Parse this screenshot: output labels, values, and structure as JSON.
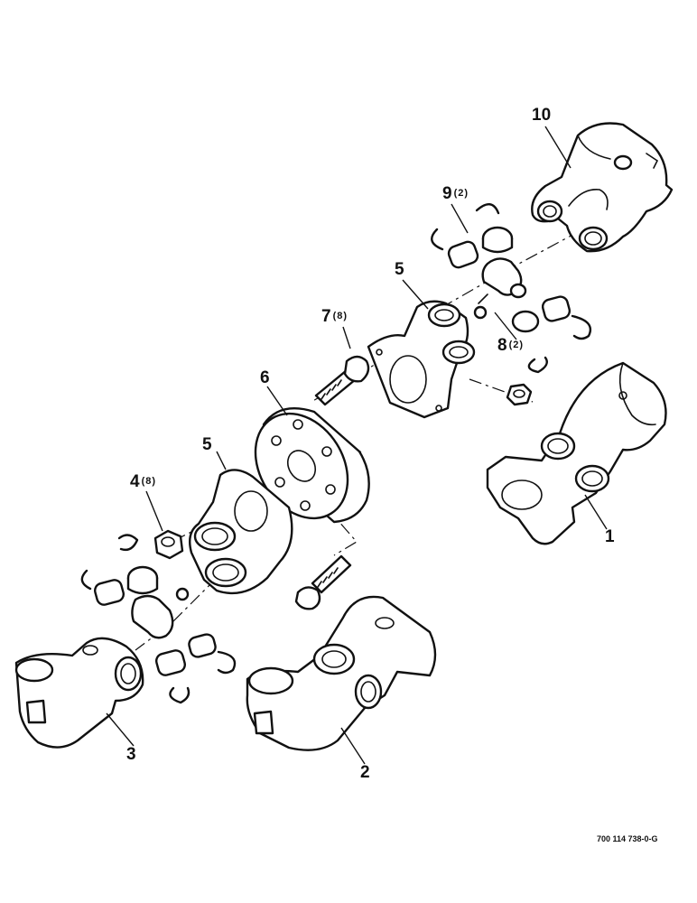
{
  "callouts": [
    {
      "id": "1",
      "label": "1",
      "qty": ""
    },
    {
      "id": "2",
      "label": "2",
      "qty": ""
    },
    {
      "id": "3",
      "label": "3",
      "qty": ""
    },
    {
      "id": "4",
      "label": "4",
      "qty": "(8)"
    },
    {
      "id": "5a",
      "label": "5",
      "qty": ""
    },
    {
      "id": "5b",
      "label": "5",
      "qty": ""
    },
    {
      "id": "6",
      "label": "6",
      "qty": ""
    },
    {
      "id": "7",
      "label": "7",
      "qty": "(8)"
    },
    {
      "id": "8",
      "label": "8",
      "qty": "(2)"
    },
    {
      "id": "9",
      "label": "9",
      "qty": "(2)"
    },
    {
      "id": "10",
      "label": "10",
      "qty": ""
    }
  ],
  "figure_code": "700 114 738-0-G"
}
